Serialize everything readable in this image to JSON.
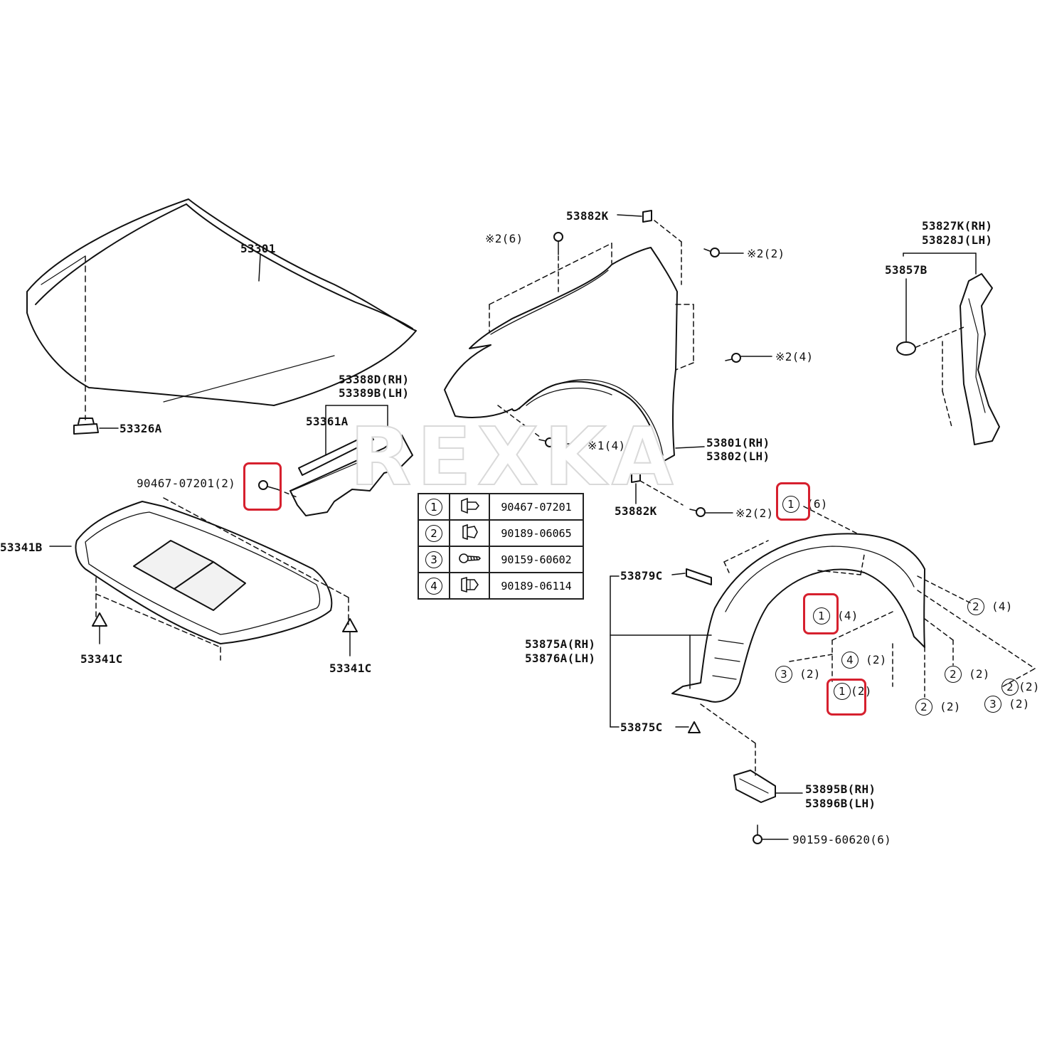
{
  "watermark": "REXKA",
  "labels": {
    "hood": "53301",
    "hood_stop": "53326A",
    "hood_seal_rh": "53388D(RH)",
    "hood_seal_lh": "53389B(LH)",
    "seal_strip": "53361A",
    "clip_qty": "90467-07201(2)",
    "insulator": "53341B",
    "insulator_clip_l": "53341C",
    "insulator_clip_r": "53341C",
    "fender_bracket_top": "53882K",
    "fender_bracket_bottom": "53882K",
    "bolt_top_6": "※2(6)",
    "bolt_right_2": "※2(2)",
    "bolt_right_4": "※2(4)",
    "bolt_lower_4": "※1(4)",
    "bolt_bottom_2": "※2(2)",
    "fender_rh": "53801(RH)",
    "fender_lh": "53802(LH)",
    "seal_rh": "53827K(RH)",
    "seal_lh": "53828J(LH)",
    "seal_clip": "53857B",
    "liner_bracket": "53879C",
    "liner_rh": "53875A(RH)",
    "liner_lh": "53876A(LH)",
    "liner_clip": "53875C",
    "splash_rh": "53895B(RH)",
    "splash_lh": "53896B(LH)",
    "splash_screw": "90159-60620(6)"
  },
  "callouts": [
    {
      "num": "1",
      "qty": "(6)"
    },
    {
      "num": "1",
      "qty": "(4)"
    },
    {
      "num": "1",
      "qty": "(2)"
    },
    {
      "num": "2",
      "qty": "(4)"
    },
    {
      "num": "4",
      "qty": "(2)"
    },
    {
      "num": "3",
      "qty": "(2)"
    },
    {
      "num": "2",
      "qty": "(2)"
    },
    {
      "num": "2",
      "qty": "(2)"
    },
    {
      "num": "2",
      "qty": "(2)"
    },
    {
      "num": "3",
      "qty": "(2)"
    }
  ],
  "legend": [
    {
      "num": "1",
      "part": "90467-07201",
      "icon": "push-clip-icon"
    },
    {
      "num": "2",
      "part": "90189-06065",
      "icon": "grommet-icon"
    },
    {
      "num": "3",
      "part": "90159-60602",
      "icon": "screw-icon"
    },
    {
      "num": "4",
      "part": "90189-06114",
      "icon": "grommet-icon"
    }
  ],
  "highlight_color": "#d6202e"
}
